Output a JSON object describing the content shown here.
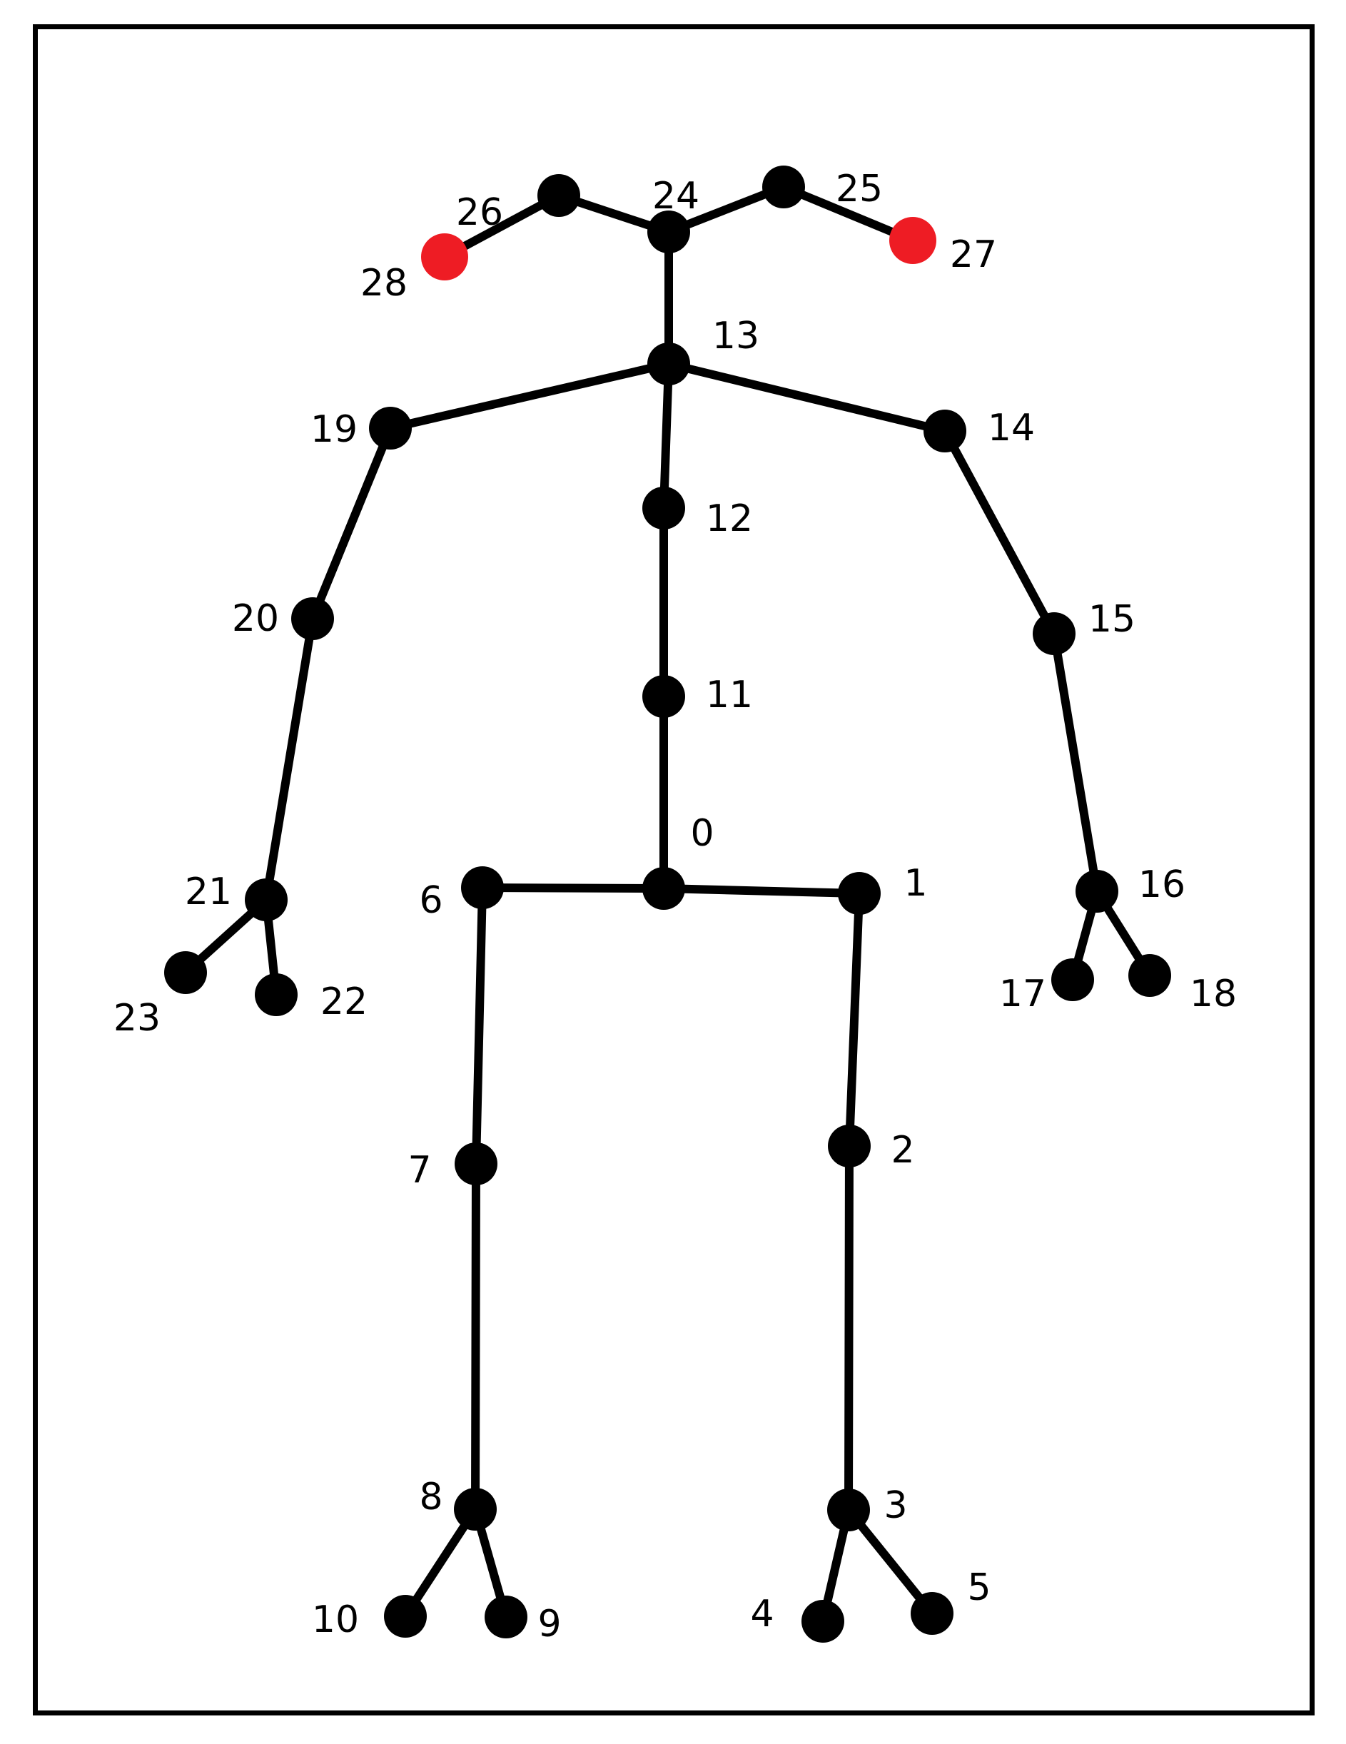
{
  "colors": {
    "joint": "#000000",
    "highlight": "#ee1c24",
    "bone": "#000000",
    "label": "#000000"
  },
  "joints": [
    {
      "id": "0",
      "label": "0"
    },
    {
      "id": "1",
      "label": "1"
    },
    {
      "id": "2",
      "label": "2"
    },
    {
      "id": "3",
      "label": "3"
    },
    {
      "id": "4",
      "label": "4"
    },
    {
      "id": "5",
      "label": "5"
    },
    {
      "id": "6",
      "label": "6"
    },
    {
      "id": "7",
      "label": "7"
    },
    {
      "id": "8",
      "label": "8"
    },
    {
      "id": "9",
      "label": "9"
    },
    {
      "id": "10",
      "label": "10"
    },
    {
      "id": "11",
      "label": "11"
    },
    {
      "id": "12",
      "label": "12"
    },
    {
      "id": "13",
      "label": "13"
    },
    {
      "id": "14",
      "label": "14"
    },
    {
      "id": "15",
      "label": "15"
    },
    {
      "id": "16",
      "label": "16"
    },
    {
      "id": "17",
      "label": "17"
    },
    {
      "id": "18",
      "label": "18"
    },
    {
      "id": "19",
      "label": "19"
    },
    {
      "id": "20",
      "label": "20"
    },
    {
      "id": "21",
      "label": "21"
    },
    {
      "id": "22",
      "label": "22"
    },
    {
      "id": "23",
      "label": "23"
    },
    {
      "id": "24",
      "label": "24"
    },
    {
      "id": "25",
      "label": "25"
    },
    {
      "id": "26",
      "label": "26"
    },
    {
      "id": "27",
      "label": "27",
      "highlight": true
    },
    {
      "id": "28",
      "label": "28",
      "highlight": true
    }
  ],
  "bones": [
    [
      "24",
      "26"
    ],
    [
      "26",
      "28"
    ],
    [
      "24",
      "25"
    ],
    [
      "25",
      "27"
    ],
    [
      "24",
      "13"
    ],
    [
      "13",
      "19"
    ],
    [
      "13",
      "14"
    ],
    [
      "13",
      "12"
    ],
    [
      "12",
      "11"
    ],
    [
      "11",
      "0"
    ],
    [
      "19",
      "20"
    ],
    [
      "20",
      "21"
    ],
    [
      "21",
      "22"
    ],
    [
      "21",
      "23"
    ],
    [
      "14",
      "15"
    ],
    [
      "15",
      "16"
    ],
    [
      "16",
      "17"
    ],
    [
      "16",
      "18"
    ],
    [
      "0",
      "6"
    ],
    [
      "0",
      "1"
    ],
    [
      "6",
      "7"
    ],
    [
      "7",
      "8"
    ],
    [
      "8",
      "9"
    ],
    [
      "8",
      "10"
    ],
    [
      "1",
      "2"
    ],
    [
      "2",
      "3"
    ],
    [
      "3",
      "4"
    ],
    [
      "3",
      "5"
    ]
  ]
}
